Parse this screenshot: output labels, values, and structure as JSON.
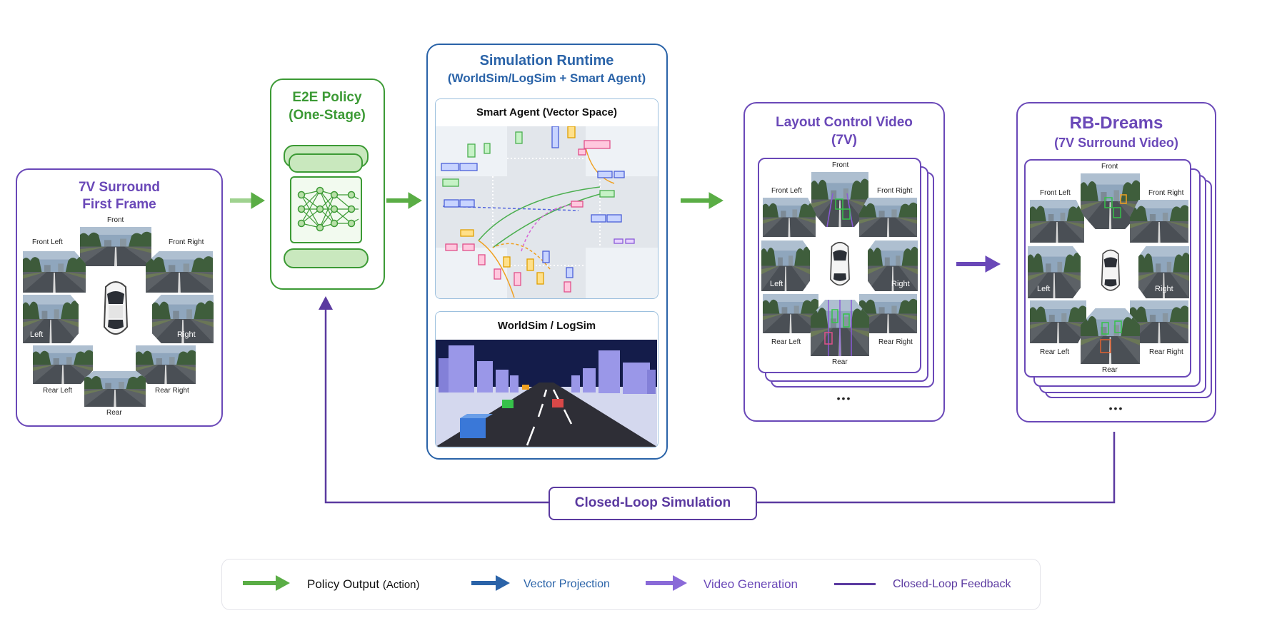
{
  "surround": {
    "title_line1": "7V Surround",
    "title_line2": "First Frame",
    "labels": {
      "front": "Front",
      "front_left": "Front Left",
      "front_right": "Front Right",
      "left": "Left",
      "right": "Right",
      "rear_left": "Rear Left",
      "rear_right": "Rear Right",
      "rear": "Rear"
    }
  },
  "policy": {
    "title_line1": "E2E Policy",
    "title_line2": "(One-Stage)"
  },
  "runtime": {
    "title_line1": "Simulation Runtime",
    "title_line2": "(WorldSim/LogSim + Smart Agent)",
    "smart_agent_title": "Smart Agent (Vector Space)",
    "worldsim_title": "WorldSim / LogSim"
  },
  "layout_video": {
    "title_line1": "Layout Control Video",
    "title_line2": "(7V)",
    "labels": {
      "front": "Front",
      "front_left": "Front Left",
      "front_right": "Front Right",
      "left": "Left",
      "right": "Right",
      "rear_left": "Rear Left",
      "rear_right": "Rear Right",
      "rear": "Rear"
    },
    "ellipsis": "•••"
  },
  "rb_dreams": {
    "title_line1": "RB-Dreams",
    "title_line2": "(7V Surround Video)",
    "labels": {
      "front": "Front",
      "front_left": "Front Left",
      "front_right": "Front Right",
      "left": "Left",
      "right": "Right",
      "rear_left": "Rear Left",
      "rear_right": "Rear Right",
      "rear": "Rear"
    },
    "ellipsis": "•••"
  },
  "closed_loop": {
    "label": "Closed-Loop Simulation"
  },
  "legend": {
    "policy_output": "Policy Output",
    "policy_output_sub": "(Action)",
    "vector_projection": "Vector Projection",
    "video_generation": "Video Generation",
    "closed_loop_feedback": "Closed-Loop Feedback"
  },
  "colors": {
    "green": "#5aad45",
    "blue": "#2a63a8",
    "purple": "#6a48b8",
    "dark_purple": "#5b3aa0"
  }
}
